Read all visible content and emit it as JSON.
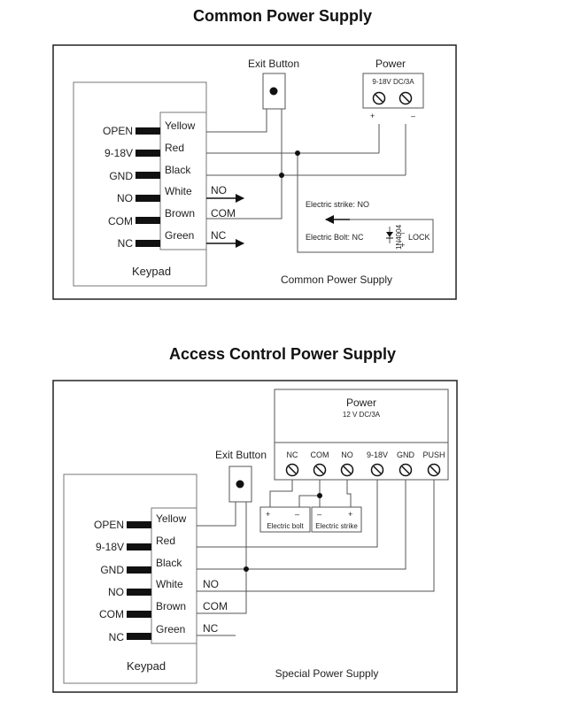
{
  "headings": {
    "common": "Common Power Supply",
    "access": "Access Control Power Supply"
  },
  "pins": [
    "OPEN",
    "9-18V",
    "GND",
    "NO",
    "COM",
    "NC"
  ],
  "wires": [
    "Yellow",
    "Red",
    "Black",
    "White",
    "Brown",
    "Green"
  ],
  "common": {
    "exit_button": "Exit Button",
    "power_title": "Power",
    "power_rating": "9-18V  DC/3A",
    "plus": "+",
    "minus": "–",
    "relay_no": "NO",
    "relay_com": "COM",
    "relay_nc": "NC",
    "strike_label": "Electric strike: NO",
    "bolt_label": "Electric Bolt: NC",
    "diode": "1N4004",
    "lock": "LOCK",
    "lock_minus": "–",
    "lock_plus": "+",
    "keypad": "Keypad",
    "caption": "Common Power Supply"
  },
  "access": {
    "exit_button": "Exit Button",
    "power_title": "Power",
    "power_rating": "12 V  DC/3A",
    "terminals": [
      "NC",
      "COM",
      "NO",
      "9-18V",
      "GND",
      "PUSH"
    ],
    "bolt": "Electric bolt",
    "strike": "Electric strike",
    "bolt_plus": "+",
    "bolt_minus": "–",
    "strike_minus": "–",
    "strike_plus": "+",
    "relay_no": "NO",
    "relay_com": "COM",
    "relay_nc": "NC",
    "keypad": "Keypad",
    "caption": "Special Power Supply"
  }
}
